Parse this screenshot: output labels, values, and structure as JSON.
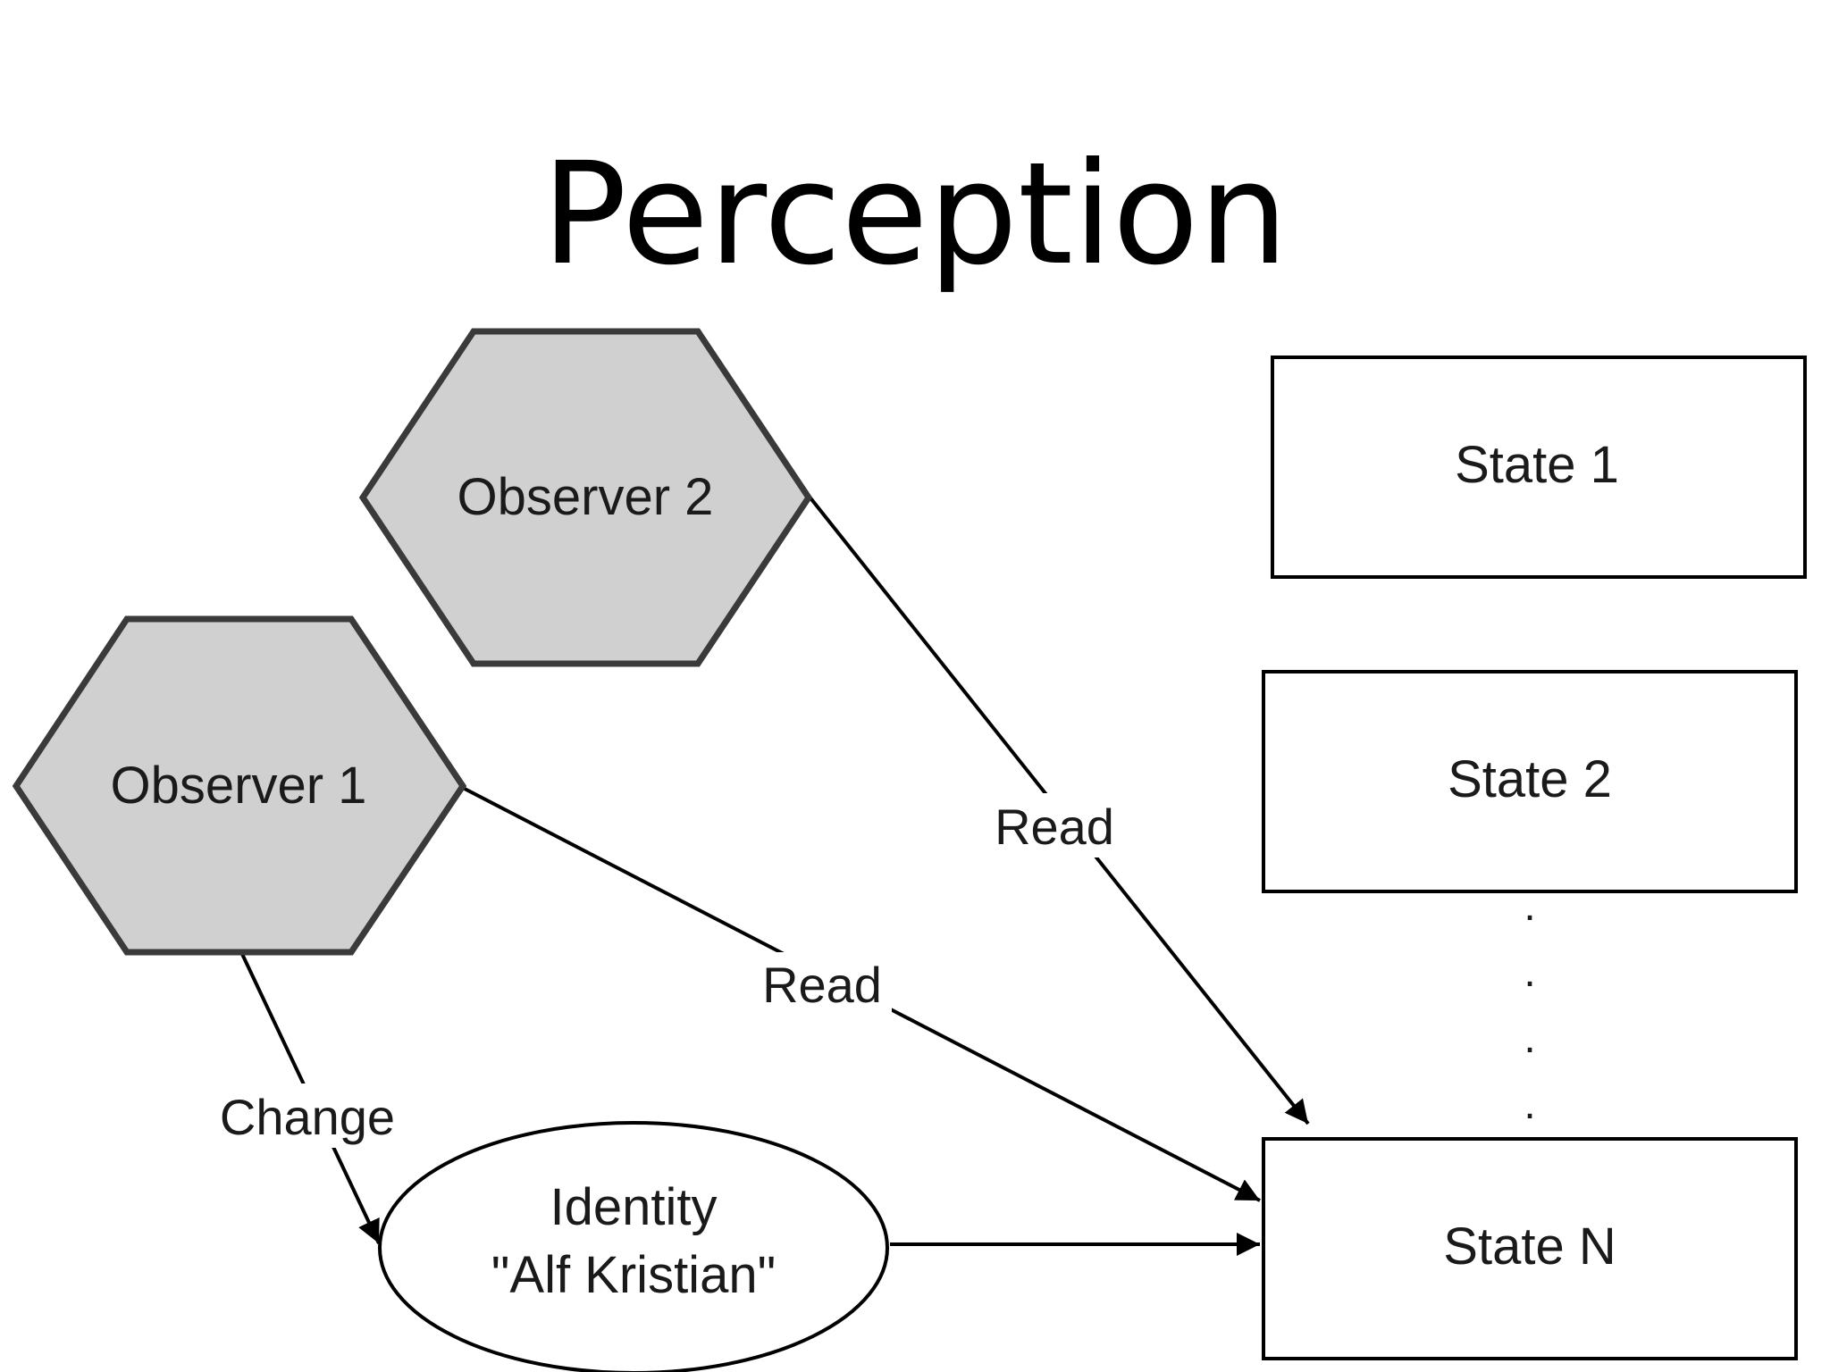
{
  "slide": {
    "title": "Perception"
  },
  "nodes": {
    "observer_1": "Observer 1",
    "observer_2": "Observer 2",
    "identity_line1": "Identity",
    "identity_line2": "\"Alf Kristian\"",
    "state_1": "State 1",
    "state_2": "State 2",
    "state_n": "State N"
  },
  "edges": {
    "observer2_read": "Read",
    "observer1_read": "Read",
    "observer1_change": "Change"
  },
  "ellipsis_dots": [
    ".",
    ".",
    ".",
    "."
  ],
  "colors": {
    "observer_fill": "#d0d0d0",
    "observer_stroke": "#3a3a3a",
    "line": "#000000",
    "background": "#ffffff"
  }
}
